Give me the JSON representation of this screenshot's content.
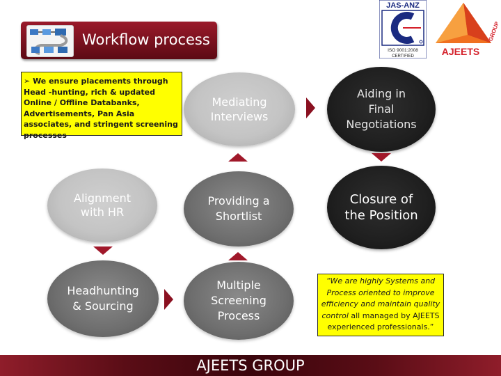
{
  "header": {
    "title": "Workflow process"
  },
  "logos": {
    "jas_anz_text": "JAS-ANZ",
    "iso_text": "ISO 9001:2008 CERTIFIED",
    "ajeets_text": "AJEETS",
    "ajeets_group_text": "GROUP"
  },
  "info_box": {
    "bullet": "➢",
    "text": "We ensure placements through Head -hunting, rich & updated Online / Offline Databanks, Advertisements, Pan Asia associates, and stringent screening processes"
  },
  "steps": {
    "mediating": "Mediating\nInterviews",
    "aiding": "Aiding in\nFinal\nNegotiations",
    "alignment": "Alignment\nwith HR",
    "shortlist": "Providing a\nShortlist",
    "closure": "Closure of\nthe Position",
    "headhunting": "Headhunting\n& Sourcing",
    "screening": "Multiple\nScreening\nProcess"
  },
  "quote": {
    "line1": "“We are highly Systems and",
    "line2": "Process oriented to improve",
    "line3": "efficiency and maintain quality",
    "line4a": "control ",
    "line4b": "all managed by AJEETS",
    "line5": "experienced professionals.”"
  },
  "footer": {
    "text": "AJEETS GROUP"
  },
  "colors": {
    "banner": "#7a1020",
    "arrow": "#a0182a",
    "highlight": "#ffff00",
    "ajeets_red": "#d4202a",
    "ajeets_orange": "#f07020"
  }
}
